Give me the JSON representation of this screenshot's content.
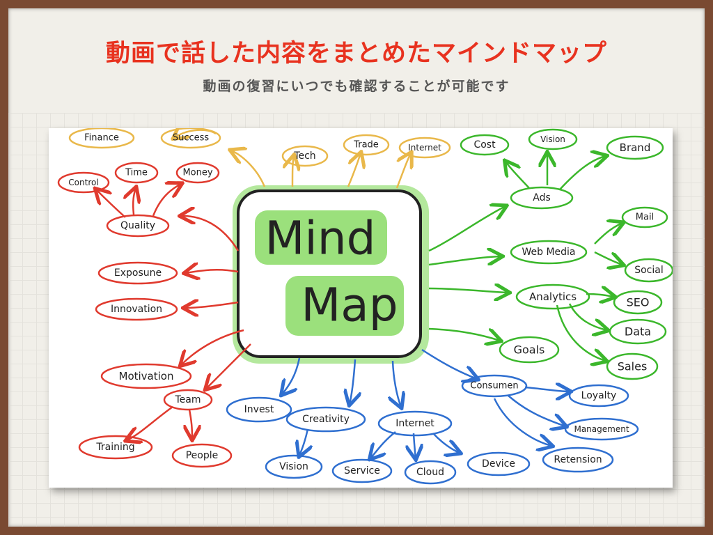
{
  "header": {
    "title": "動画で話した内容をまとめたマインドマップ",
    "subtitle": "動画の復習にいつでも確認することが可能です"
  },
  "center": {
    "line1": "Mind",
    "line2": "Map"
  },
  "colors": {
    "red": "#e03a2e",
    "blue": "#2f6fd0",
    "green": "#3bb72b",
    "yellow": "#e9b84a",
    "highlight": "#8fdc6a"
  },
  "nodes": {
    "finance": "Finance",
    "success": "Success",
    "tech": "Tech",
    "trade": "Trade",
    "internet_top": "Internet",
    "control": "Control",
    "time": "Time",
    "money": "Money",
    "quality": "Quality",
    "exposure": "Exposune",
    "innovation": "Innovation",
    "motivation": "Motivation",
    "team": "Team",
    "training": "Training",
    "people": "People",
    "invest": "Invest",
    "creativity": "Creativity",
    "vision_blue": "Vision",
    "service": "Service",
    "internet_blue": "Internet",
    "cloud": "Cloud",
    "device": "Device",
    "consumer": "Consumen",
    "loyalty": "Loyalty",
    "management": "Management",
    "retension": "Retension",
    "cost": "Cost",
    "vision_green": "Vision",
    "brand": "Brand",
    "ads": "Ads",
    "web_media": "Web Media",
    "mail": "Mail",
    "social": "Social",
    "analytics": "Analytics",
    "seo": "SEO",
    "data": "Data",
    "sales": "Sales",
    "goals": "Goals"
  }
}
